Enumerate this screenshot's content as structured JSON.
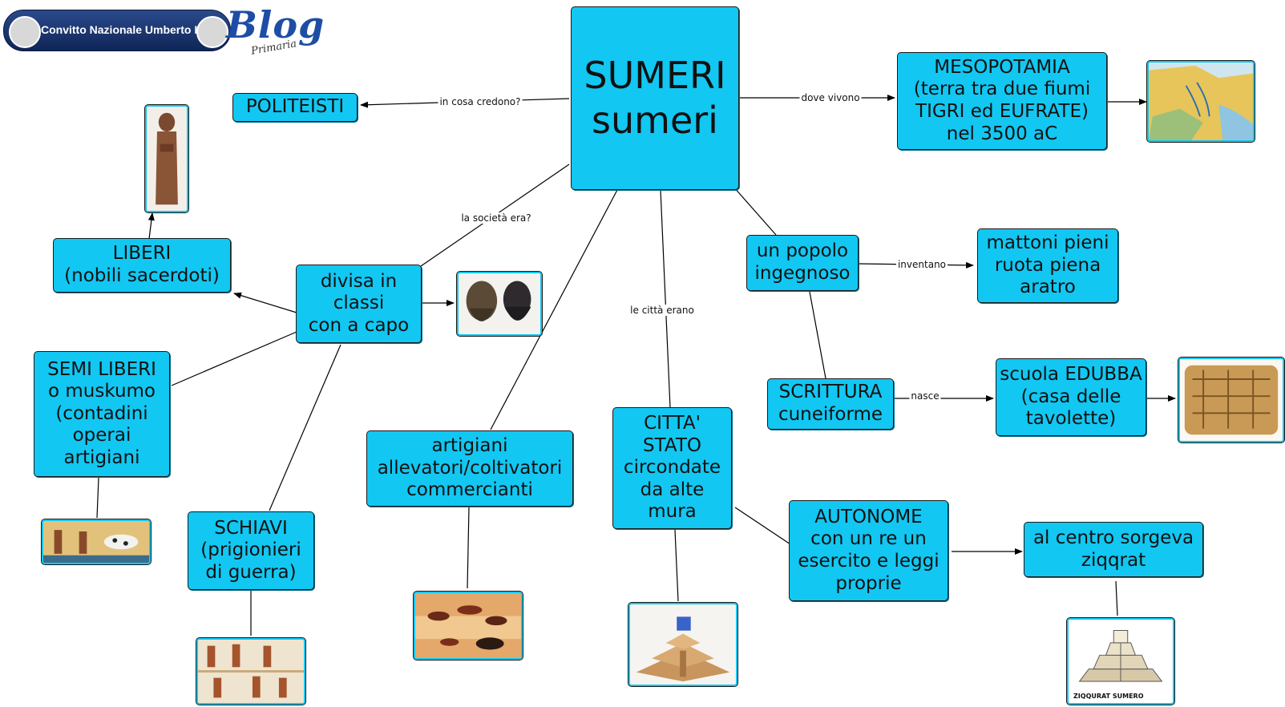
{
  "header": {
    "school_name": "Convitto Nazionale Umberto I",
    "blog_title": "Blog",
    "blog_subtitle": "Primaria"
  },
  "colors": {
    "node_fill": "#12c7f2",
    "node_border": "#1a1a1a"
  },
  "nodes": {
    "sumeri": [
      "SUMERI",
      "sumeri"
    ],
    "politeisti": [
      "POLITEISTI"
    ],
    "mesopotamia": [
      "MESOPOTAMIA",
      "(terra tra due fiumi",
      "TIGRI ed EUFRATE)",
      "nel 3500 aC"
    ],
    "liberi": [
      "LIBERI",
      "(nobili sacerdoti)"
    ],
    "divisa": [
      "divisa in",
      "classi",
      "con a capo"
    ],
    "semi_liberi": [
      "SEMI LIBERI",
      "o muskumo",
      "(contadini",
      "operai",
      "artigiani"
    ],
    "schiavi": [
      "SCHIAVI",
      "(prigionieri",
      "di guerra)"
    ],
    "artigiani": [
      "artigiani",
      "allevatori/coltivatori",
      "commercianti"
    ],
    "citta_stato": [
      "CITTA'",
      "STATO",
      "circondate",
      "da alte",
      "mura"
    ],
    "popolo": [
      "un popolo",
      "ingegnoso"
    ],
    "mattoni": [
      "mattoni pieni",
      "ruota piena",
      "aratro"
    ],
    "scrittura": [
      "SCRITTURA",
      "cuneiforme"
    ],
    "edubba": [
      "scuola EDUBBA",
      "(casa delle",
      "tavolette)"
    ],
    "autonome": [
      "AUTONOME",
      "con un re un",
      "esercito e leggi",
      "proprie"
    ],
    "centro": [
      "al centro sorgeva",
      "ziqqrat"
    ]
  },
  "link_labels": {
    "credono": "in cosa  credono?",
    "vivono": "dove vivono",
    "societa": "la società era?",
    "citta": "le città erano",
    "inventano": "inventano",
    "nasce": "nasce"
  },
  "images": {
    "map": "mesopotamia-map",
    "statue": "sumerian-statue",
    "heads": "sumerian-heads",
    "fields": "farming-scene",
    "workers": "slaves-scene",
    "cave": "cave-painting",
    "ziggurat_3d": "ziggurat-model",
    "tablet": "cuneiform-tablet",
    "ziggurat_drawing": "ziggurat-drawing",
    "ziggurat_caption": "ZIQQURAT SUMERO"
  }
}
